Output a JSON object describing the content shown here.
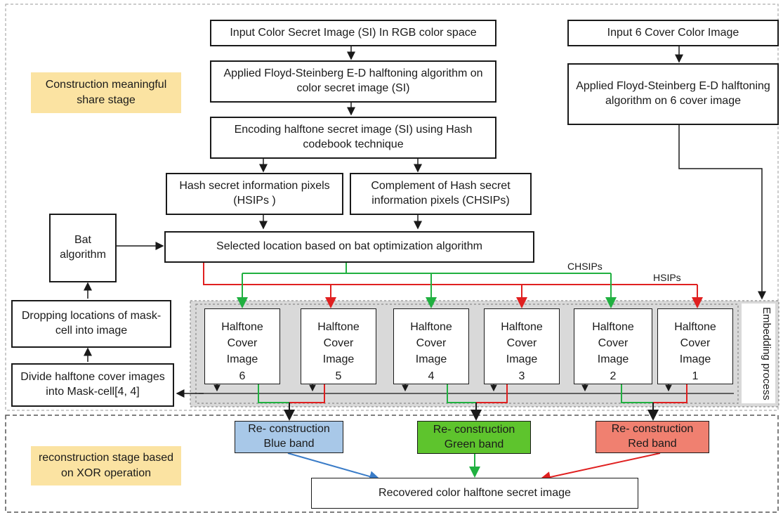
{
  "stage_labels": {
    "construction": "Construction meaningful share stage",
    "reconstruction": "reconstruction stage based on XOR operation"
  },
  "boxes": {
    "input_secret": "Input Color Secret Image (SI) In RGB color space",
    "halftone_secret": "Applied Floyd-Steinberg E-D halftoning algorithm on color secret image (SI)",
    "encoding": "Encoding halftone secret image (SI) using Hash codebook technique",
    "hsips": "Hash secret information pixels (HSIPs )",
    "chsips": "Complement of Hash secret information pixels (CHSIPs)",
    "selected_location": "Selected location based on bat optimization algorithm",
    "input_cover": "Input 6 Cover Color Image",
    "halftone_cover": "Applied Floyd-Steinberg E-D halftoning algorithm on 6 cover image",
    "bat": "Bat algorithm",
    "dropping": "Dropping locations of mask-cell into image",
    "divide": "Divide halftone cover images into Mask-cell[4, 4]",
    "embedding": "Embedding process"
  },
  "cover_images": [
    {
      "line1": "Halftone",
      "line2": "Cover",
      "line3": "Image",
      "num": "6"
    },
    {
      "line1": "Halftone",
      "line2": "Cover",
      "line3": "Image",
      "num": "5"
    },
    {
      "line1": "Halftone",
      "line2": "Cover",
      "line3": "Image",
      "num": "4"
    },
    {
      "line1": "Halftone",
      "line2": "Cover",
      "line3": "Image",
      "num": "3"
    },
    {
      "line1": "Halftone",
      "line2": "Cover",
      "line3": "Image",
      "num": "2"
    },
    {
      "line1": "Halftone",
      "line2": "Cover",
      "line3": "Image",
      "num": "1"
    }
  ],
  "line_labels": {
    "chsips": "CHSIPs",
    "hsips": "HSIPs"
  },
  "reconstruction": {
    "blue": "Re- construction Blue band",
    "green": "Re- construction Green band",
    "red": "Re- construction Red band",
    "recovered": "Recovered color halftone secret image"
  },
  "colors": {
    "blue": "#a8c8e8",
    "green": "#5ec42d",
    "red": "#f08070",
    "label": "#fbe3a2",
    "red_line": "#e02020",
    "green_line": "#20b040",
    "blue_line": "#3a7cc8"
  }
}
